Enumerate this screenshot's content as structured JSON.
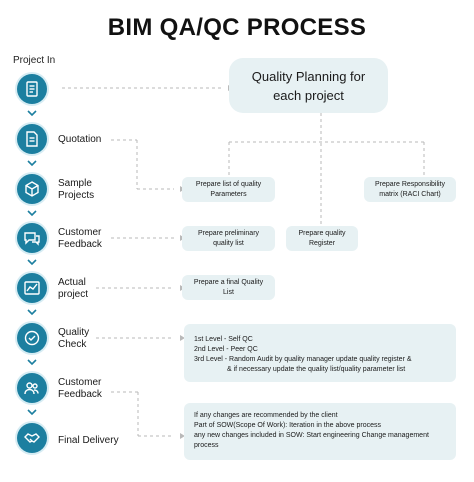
{
  "title": "BIM QA/QC PROCESS",
  "project_in": "Project In",
  "quality_planning": [
    "Quality Planning for",
    "each project"
  ],
  "steps": [
    {
      "label": [
        "Quotation"
      ],
      "icon": "document-icon"
    },
    {
      "label": [
        "Sample",
        "Projects"
      ],
      "icon": "cube-icon"
    },
    {
      "label": [
        "Customer",
        "Feedback"
      ],
      "icon": "chat-icon"
    },
    {
      "label": [
        "Actual",
        "project"
      ],
      "icon": "chart-icon"
    },
    {
      "label": [
        "Quality",
        "Check"
      ],
      "icon": "badge-check-icon"
    },
    {
      "label": [
        "Customer",
        "Feedback"
      ],
      "icon": "users-icon"
    },
    {
      "label": [
        "Final Delivery"
      ],
      "icon": "handshake-icon"
    }
  ],
  "boxes": {
    "parameters": [
      "Prepare list of quality",
      "Parameters"
    ],
    "raci": [
      "Prepare Responsibility",
      "matrix  (RACI Chart)"
    ],
    "preliminary": [
      "Prepare preliminary",
      "quality list"
    ],
    "register": [
      "Prepare quality",
      "Register"
    ],
    "final_list": [
      "Prepare a final Quality",
      "List"
    ],
    "levels": [
      "1st Level - Self QC",
      "2nd Level - Peer QC",
      "3rd Level - Random Audit by quality manager update quality register &",
      "& if necessary update the quality list/quality parameter list"
    ],
    "changes": [
      "If any changes are recommended by the client",
      "Part of SOW(Scope Of Work): Iteration in the above process",
      "any new changes included in SOW: Start engineering Change management",
      "process"
    ]
  },
  "colors": {
    "icon": "#1c7fa0",
    "box": "#e7f1f3",
    "dash": "#b9b9b9",
    "chevron": "#1c7fa0"
  }
}
